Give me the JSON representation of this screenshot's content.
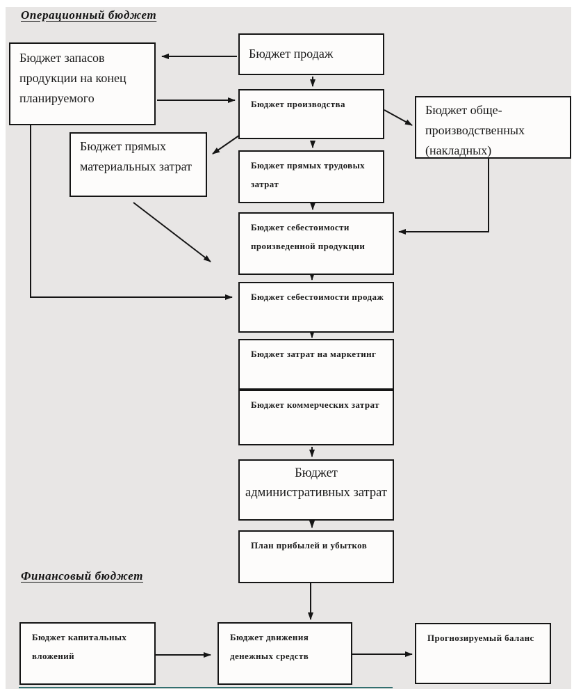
{
  "headings": {
    "operational": "Операционный бюджет",
    "financial": "Финансовый бюджет"
  },
  "boxes": {
    "sales": "Бюджет продаж",
    "inventory": "Бюджет запасов продукции на конец планируемого",
    "production": "Бюджет производства",
    "overhead": "Бюджет обще-производственных (накладных)",
    "materials": "Бюджет прямых материальных затрат",
    "labor": "Бюджет прямых трудовых затрат",
    "cogm": "Бюджет себестоимости произведенной продукции",
    "cos": "Бюджет себестоимости продаж",
    "marketing": "Бюджет затрат на маркетинг",
    "commercial": "Бюджет коммерческих затрат",
    "admin": "Бюджет административных затрат",
    "pnl": "План прибылей и убытков",
    "capex": "Бюджет капитальных вложений",
    "cashflow": "Бюджет движения денежных средств",
    "balance": "Прогнозируемый баланс"
  },
  "colors": {
    "page_background": "#e8e6e5",
    "box_background": "#fdfcfb",
    "line": "#151515",
    "bottom_accent": "#337070"
  }
}
